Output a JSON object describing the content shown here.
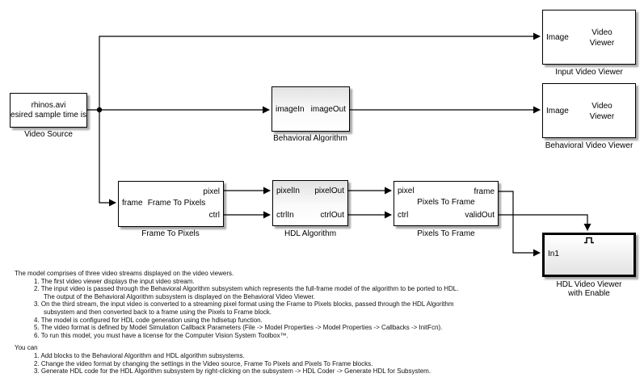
{
  "colors": {
    "background": "#ffffff",
    "wire": "#000000",
    "block_border": "#000000",
    "block_fill": "#ffffff",
    "gradient_top": "#e2e2e2",
    "shadow": "rgba(0,0,0,0.35)"
  },
  "blocks": {
    "video_source": {
      "line1": "rhinos.avi",
      "line2": "esired sample time is",
      "label": "Video Source"
    },
    "input_viewer": {
      "port": "Image",
      "text": "Video Viewer",
      "label": "Input Video Viewer"
    },
    "behavioral_viewer": {
      "port": "Image",
      "text": "Video Viewer",
      "label": "Behavioral Video Viewer"
    },
    "behavioral_algorithm": {
      "port_in": "imageIn",
      "port_out": "imageOut",
      "label": "Behavioral Algorithm"
    },
    "frame_to_pixels": {
      "port_in": "frame",
      "inner": "Frame To Pixels",
      "port_out_top": "pixel",
      "port_out_bottom": "ctrl",
      "label": "Frame To Pixels"
    },
    "hdl_algorithm": {
      "port_in_top": "pixelIn",
      "port_in_bottom": "ctrlIn",
      "port_out_top": "pixelOut",
      "port_out_bottom": "ctrlOut",
      "label": "HDL Algorithm"
    },
    "pixels_to_frame": {
      "port_in_top": "pixel",
      "port_in_bottom": "ctrl",
      "inner": "Pixels To Frame",
      "port_out_top": "frame",
      "port_out_bottom": "validOut",
      "label": "Pixels To Frame"
    },
    "hdl_viewer": {
      "port": "In1",
      "enable_icon": "enable-pulse-icon",
      "label_line1": "HDL Video Viewer",
      "label_line2": "with Enable"
    }
  },
  "notes": {
    "lines": [
      {
        "text": "The model comprises of three video streams displayed on the video viewers.",
        "style": "p"
      },
      {
        "text": "1. The first video viewer displays the input video stream.",
        "style": "i"
      },
      {
        "text": "2. The input video is passed through the Behavioral Algorithm subsystem which represents the full-frame model of the algorithm to be ported to HDL.",
        "style": "i"
      },
      {
        "text": "The output of the Behavioral Algorithm subsystem is displayed on the Behavioral Video Viewer.",
        "style": "c"
      },
      {
        "text": "3. On the third stream, the input video is converted to a streaming pixel format using the Frame to Pixels blocks, passed through the HDL Algorithm",
        "style": "i"
      },
      {
        "text": "subsystem and then converted back to a frame using the Pixels to Frame block.",
        "style": "c"
      },
      {
        "text": "4. The model is configured for HDL code generation using the hdlsetup function.",
        "style": "i"
      },
      {
        "text": "5. The video format is defined by Model Simulation Callback Parameters (File -> Model Properties -> Model Properties -> Callbacks -> InitFcn).",
        "style": "i"
      },
      {
        "text": "6. To run this model, you must have a license for the Computer Vision System Toolbox™.",
        "style": "i"
      },
      {
        "text": "You can",
        "style": "p gap"
      },
      {
        "text": "1. Add blocks to the Behavioral Algorithm and HDL algorithm subsystems.",
        "style": "i"
      },
      {
        "text": "2. Change the video format by changing the settings in the Video source, Frame To Pixels and Pixels To Frame blocks.",
        "style": "i"
      },
      {
        "text": "3. Generate HDL code for the HDL Algorithm subsystem by right-clicking on the subsystem -> HDL Coder -> Generate HDL for Subsystem.",
        "style": "i"
      }
    ]
  }
}
